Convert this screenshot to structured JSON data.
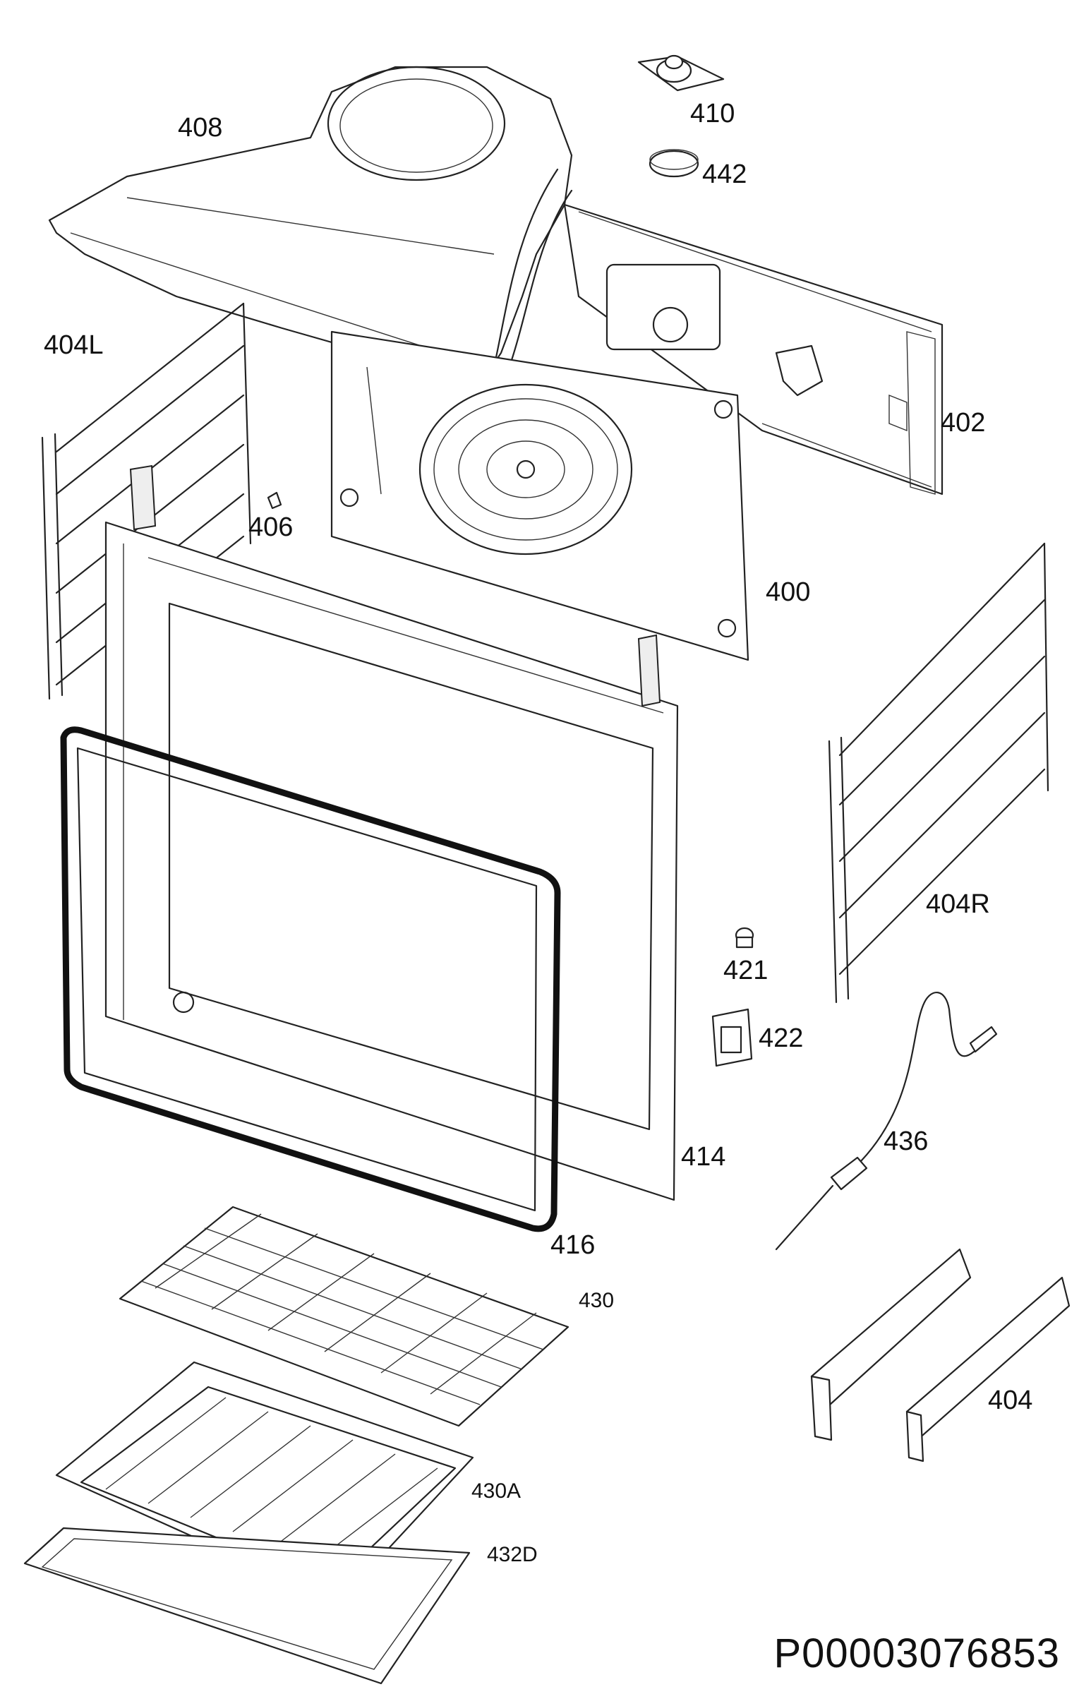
{
  "labels": {
    "p408": "408",
    "p410": "410",
    "p442": "442",
    "p404L": "404L",
    "p402": "402",
    "p406": "406",
    "p400": "400",
    "p404R": "404R",
    "p421": "421",
    "p422": "422",
    "p414": "414",
    "p436": "436",
    "p416": "416",
    "p430": "430",
    "p430A": "430A",
    "p432D": "432D",
    "p404": "404"
  },
  "drawing_code": "P00003076853"
}
